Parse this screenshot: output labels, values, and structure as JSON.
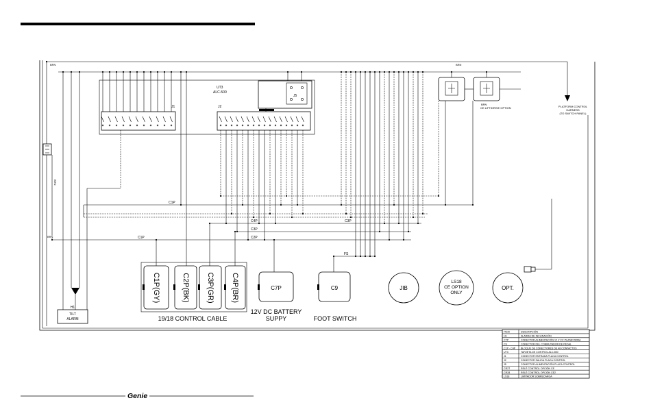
{
  "wire_labels": {
    "brn_top_left": "BRN",
    "brn_top_right": "BRN",
    "brn_left_vertical": "BRN",
    "brn_left_bus": "BRN",
    "bus_c1p_top": "C1P",
    "bus_c4p": "C4P",
    "bus_c3p_right": "C3P",
    "bus_c3p_mid": "C3P",
    "bus_c2p": "C2P",
    "bus_c1p_left": "C1P",
    "bus_fs": "FS"
  },
  "control_board": {
    "id": "UT3",
    "model": "ALC-500",
    "j1": "J1",
    "j2": "J2",
    "j5": "J5"
  },
  "relays": {
    "wire_label": "BRN",
    "option": "CE LIFT/DRIVE OPTION"
  },
  "platform_harness": [
    "PLATFORM CONTROL",
    "HARNESS",
    "(TO SWITCH PANEL)"
  ],
  "tilt_alarm": {
    "id": "H1",
    "label": [
      "TILT",
      "ALARM"
    ]
  },
  "control_cable": {
    "connectors": [
      "C1P(GY)",
      "C2P(BK)",
      "C3P(GR)",
      "C4P(BR)"
    ],
    "label": "19/18 CONTROL CABLE"
  },
  "battery": {
    "connector": "C7P",
    "label": [
      "12V DC BATTERY",
      "SUPPY"
    ]
  },
  "foot_switch": {
    "connector": "C9",
    "label": "FOOT SWITCH"
  },
  "options": {
    "jib": "JIB",
    "ls18": [
      "LS18",
      "CE OPTION",
      "ONLY"
    ],
    "opt": "OPT."
  },
  "legend": {
    "header": {
      "item": "ITEM",
      "desc": "DESCRIPCIÓN"
    },
    "rows": [
      {
        "item": "H1",
        "desc": "ALARMA DE INCLINACIÓN"
      },
      {
        "item": "C7P",
        "desc": "CONECTOR ALIMENTACIÓN 12 V CC PLATAFORMA"
      },
      {
        "item": "C9",
        "desc": "CONECTOR DEL CONMUTADOR DE PEDAL"
      },
      {
        "item": "C1P - C4P",
        "desc": "BLOQUE DE CONECTORES DE 48 CONTACTOS"
      },
      {
        "item": "UT3",
        "desc": "TARJETA DE CONTROL ALC-500"
      },
      {
        "item": "J1",
        "desc": "CONECTOR ENTRADA PLACA CONTROL"
      },
      {
        "item": "J2",
        "desc": "CONECTOR SALIDA PLACA CONTROL"
      },
      {
        "item": "J5",
        "desc": "CONECTOR ALIMENTACIÓN PLACA CONTROL"
      },
      {
        "item": "CR27",
        "desc": "RELÉ CONTROL OPCIÓN CE"
      },
      {
        "item": "CR28",
        "desc": "RELÉ CONTROL OPCIÓN CE2"
      },
      {
        "item": "LS18",
        "desc": "LIMITADOR SOBRECARGA"
      }
    ]
  },
  "footer": {
    "logo": "Genie"
  }
}
